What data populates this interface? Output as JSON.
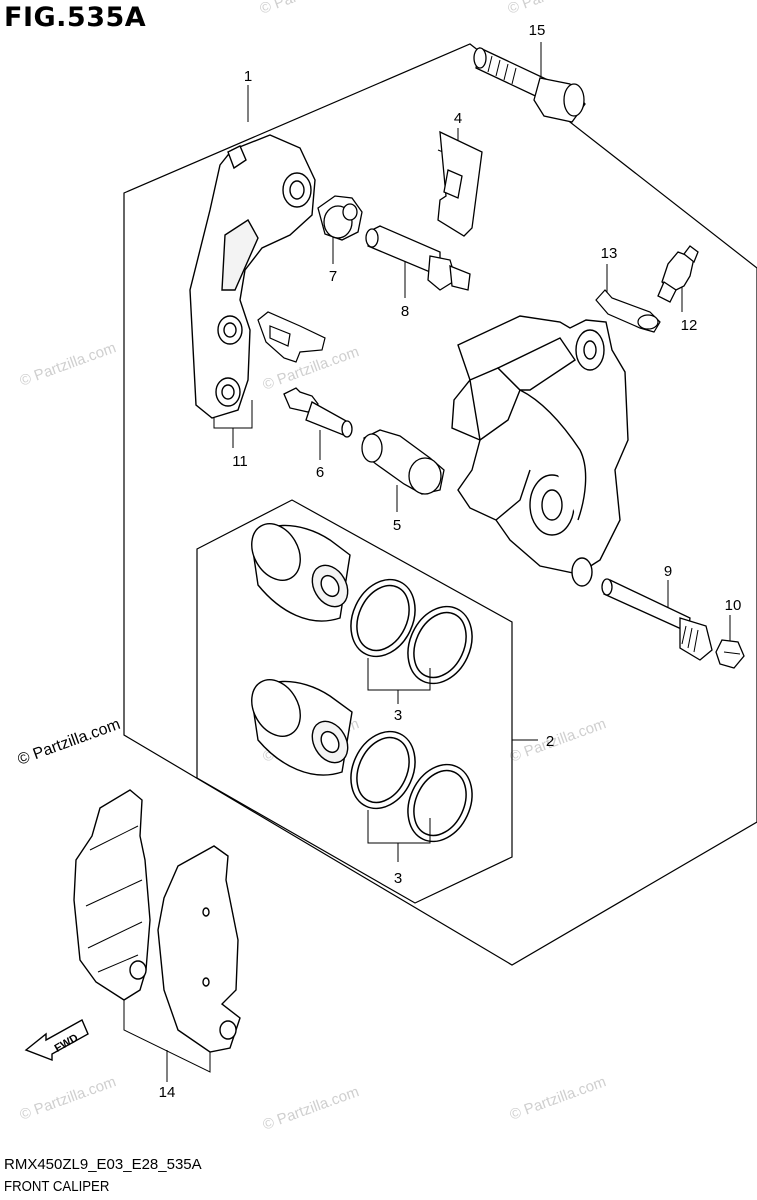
{
  "figure": {
    "title": "FIG.535A",
    "code": "RMX450ZL9_E03_E28_535A",
    "name": "FRONT CALIPER"
  },
  "callouts": [
    "1",
    "2",
    "3",
    "3",
    "4",
    "5",
    "6",
    "7",
    "8",
    "9",
    "10",
    "11",
    "12",
    "13",
    "14",
    "15"
  ],
  "watermark": {
    "text": "© Partzilla.com",
    "text_partial": "© Partzilla.com",
    "color": "#cfcfcf"
  },
  "fwd_label": "FWD"
}
